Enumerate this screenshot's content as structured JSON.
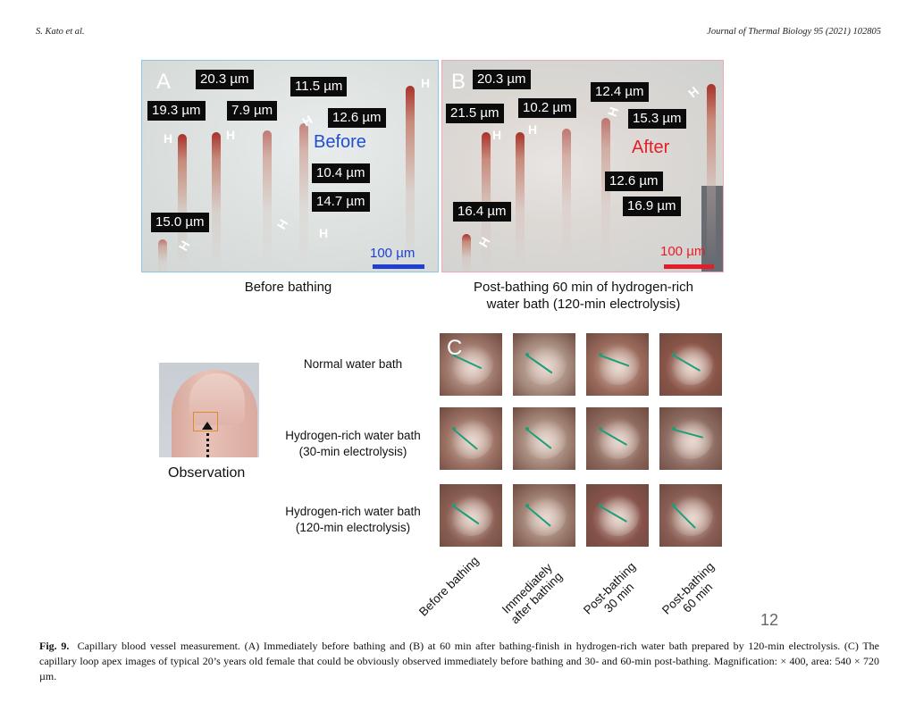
{
  "header": {
    "authors": "S. Kato et al.",
    "journal": "Journal of Thermal Biology 95 (2021) 102805"
  },
  "panel_a": {
    "label": "A",
    "status": "Before",
    "status_color": "#1f4fd0",
    "measurements": [
      "20.3 µm",
      "19.3 µm",
      "7.9 µm",
      "11.5 µm",
      "12.6 µm",
      "10.4 µm",
      "14.7 µm",
      "15.0 µm"
    ],
    "scale": "100 µm",
    "scale_color": "#1f3fd0",
    "caption": "Before bathing"
  },
  "panel_b": {
    "label": "B",
    "status": "After",
    "status_color": "#e51d2a",
    "measurements": [
      "20.3 µm",
      "21.5 µm",
      "10.2 µm",
      "12.4 µm",
      "15.3 µm",
      "12.6 µm",
      "16.9 µm",
      "16.4 µm"
    ],
    "scale": "100 µm",
    "scale_color": "#e51d2a",
    "caption_line1": "Post-bathing 60 min of hydrogen-rich",
    "caption_line2": "water bath (120-min electrolysis)"
  },
  "observation": {
    "label": "Observation"
  },
  "panel_c": {
    "label": "C",
    "rows": [
      {
        "line1": "Normal water bath",
        "line2": ""
      },
      {
        "line1": "Hydrogen-rich water bath",
        "line2": "(30-min electrolysis)"
      },
      {
        "line1": "Hydrogen-rich water bath",
        "line2": "(120-min electrolysis)"
      }
    ],
    "columns": [
      {
        "line1": "Before bathing",
        "line2": ""
      },
      {
        "line1": "Immediately",
        "line2": "after bathing"
      },
      {
        "line1": "Post-bathing",
        "line2": "30 min"
      },
      {
        "line1": "Post-bathing",
        "line2": "60 min"
      }
    ]
  },
  "page_number": "12",
  "figure_caption": {
    "label": "Fig. 9.",
    "text": "Capillary blood vessel measurement. (A) Immediately before bathing and (B) at 60 min after bathing-finish in hydrogen-rich water bath prepared by 120-min electrolysis. (C) The capillary loop apex images of typical 20’s years old female that could be obviously observed immediately before bathing and 30- and 60-min post-bathing. Magnification: × 400, area: 540 × 720 µm."
  }
}
